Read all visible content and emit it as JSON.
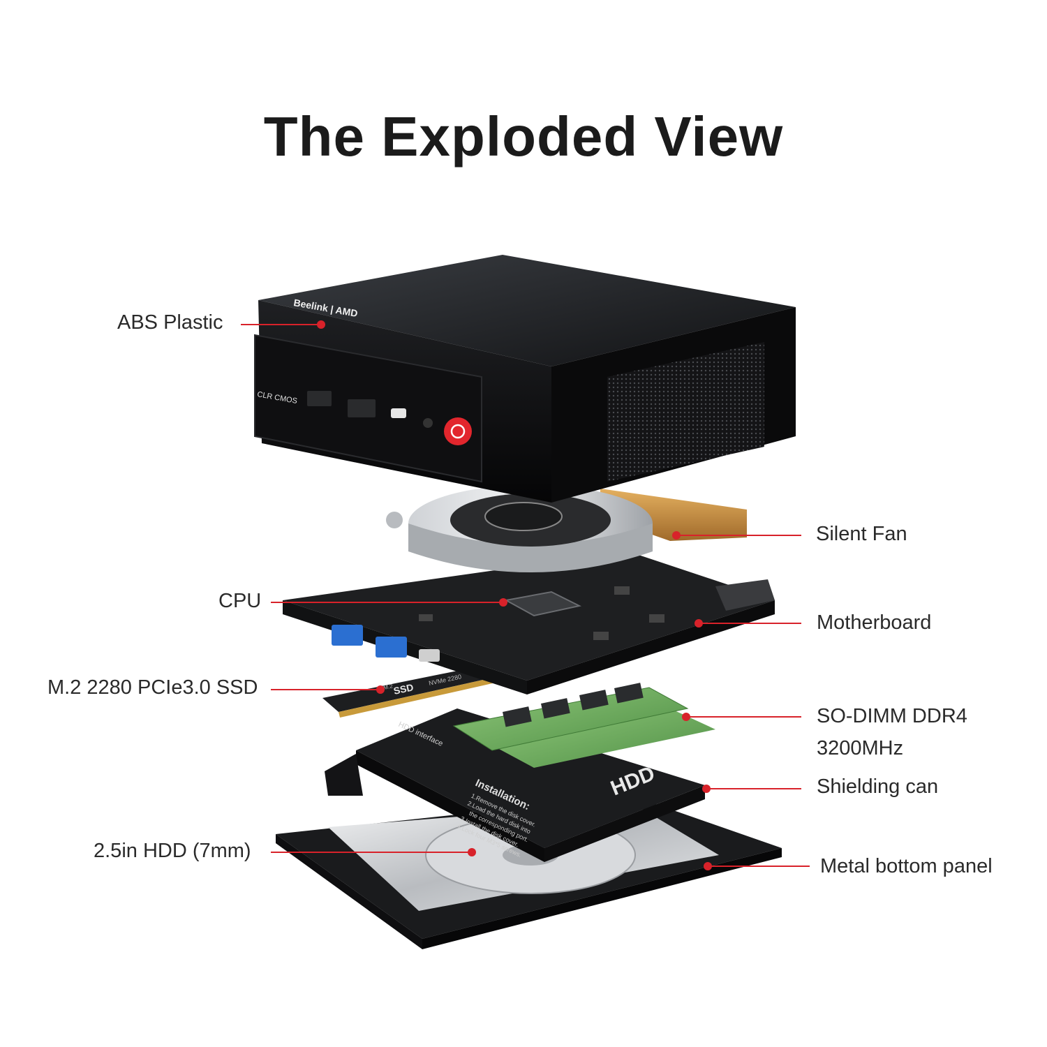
{
  "title": "The Exploded View",
  "accent_color": "#d8222a",
  "device": {
    "brand_text": "Beelink | AMD",
    "port_label": "CLR CMOS",
    "ssd_text": "SSD",
    "ssd_sub": "NVMe 2280",
    "ssd_tag": "M.2",
    "hdd_logo": "HDD",
    "hdd_interface": "HDD interface",
    "install_title": "Installation:",
    "install_steps": [
      "1.Remove the disk cover.",
      "2.Load the hard disk into",
      "the corresponding port.",
      "3.Install the disk cover.",
      "4.Lock four M3*5 screws."
    ]
  },
  "callouts": {
    "abs_plastic": "ABS Plastic",
    "silent_fan": "Silent Fan",
    "cpu": "CPU",
    "motherboard": "Motherboard",
    "ssd": "M.2 2280 PCIe3.0 SSD",
    "ram_line1": "SO-DIMM DDR4",
    "ram_line2": "3200MHz",
    "shielding": "Shielding can",
    "hdd": "2.5in HDD (7mm)",
    "bottom_panel": "Metal bottom panel"
  }
}
